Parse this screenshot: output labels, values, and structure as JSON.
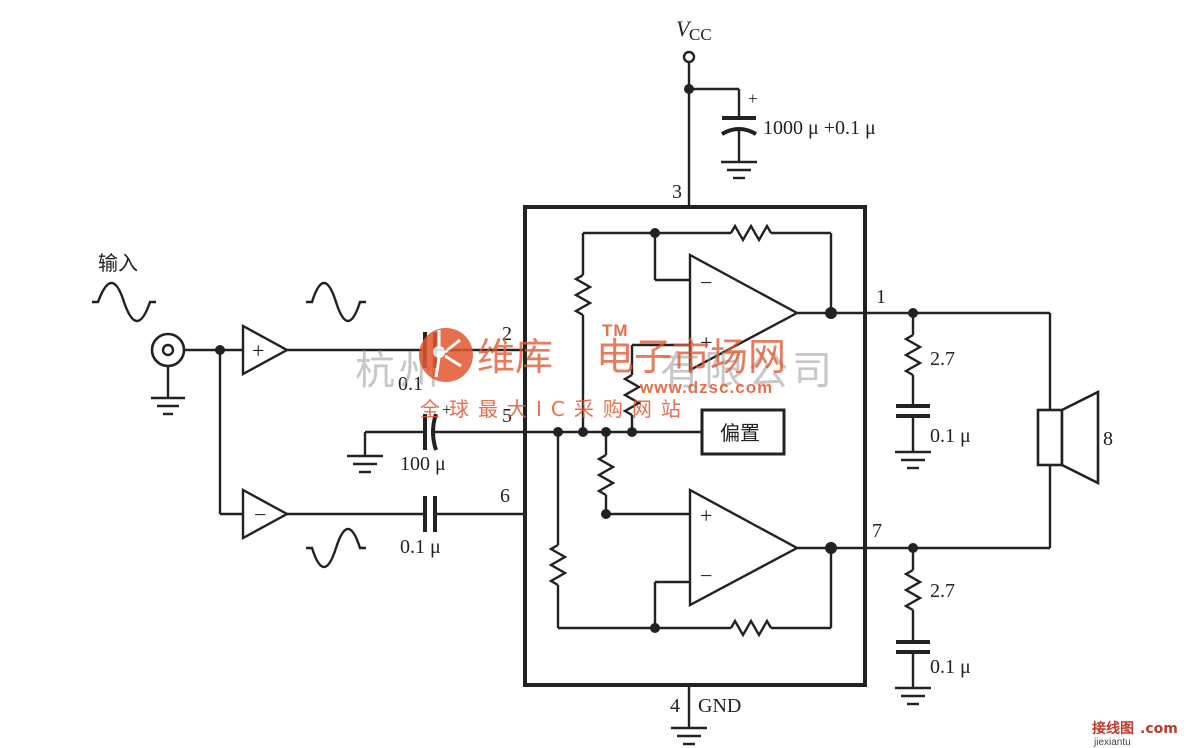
{
  "labels": {
    "vcc_main": "V",
    "vcc_sub": "CC",
    "cap_supply": "1000 μ +0.1 μ",
    "input": "输入",
    "bias": "偏置",
    "gnd": "GND",
    "c_in_top": "0.1",
    "c_bias": "100 μ",
    "c_in_bot": "0.1 μ",
    "r_out_top": "2.7",
    "c_out_top": "0.1 μ",
    "r_out_bot": "2.7",
    "c_out_bot": "0.1 μ",
    "plus": "+",
    "minus": "−",
    "cap_plus": "+"
  },
  "pins": {
    "p1": "1",
    "p2": "2",
    "p3": "3",
    "p4": "4",
    "p5": "5",
    "p6": "6",
    "p7": "7",
    "p8": "8"
  },
  "watermark": {
    "company": "杭州",
    "company_tail": "有限公司",
    "brand": "维库",
    "brand_tail": "电子市场网",
    "tm": "TM",
    "url": "www.dzsc.com",
    "sub": "全球最大IC采购网站",
    "corner_cn": "接线图",
    "corner_com": ".com",
    "corner_url": "jiexiantu"
  }
}
